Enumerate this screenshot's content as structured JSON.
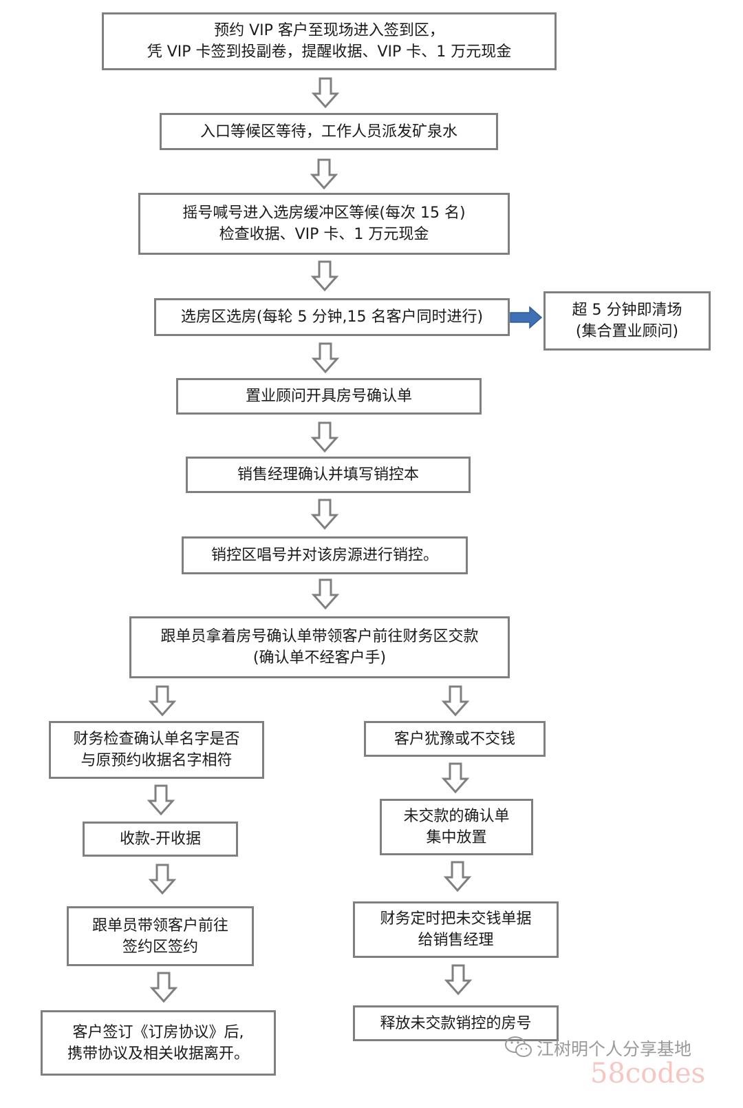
{
  "diagram": {
    "steps": {
      "checkin": {
        "line1": "预约 VIP 客户至现场进入签到区，",
        "line2": "凭 VIP 卡签到投副卷，提醒收据、VIP 卡、1 万元现金"
      },
      "entrance_wait": {
        "line1": "入口等候区等待，工作人员派发矿泉水"
      },
      "lottery": {
        "line1": "摇号喊号进入选房缓冲区等候(每次 15 名)",
        "line2": "检查收据、VIP 卡、1 万元现金"
      },
      "selection": {
        "line1": "选房区选房(每轮 5 分钟,15 名客户同时进行)"
      },
      "timeout": {
        "line1": "超 5 分钟即清场",
        "line2": "(集合置业顾问)"
      },
      "confirm_form": {
        "line1": "置业顾问开具房号确认单"
      },
      "manager": {
        "line1": "销售经理确认并填写销控本"
      },
      "sales_control": {
        "line1": "销控区唱号并对该房源进行销控。"
      },
      "escort_payment": {
        "line1": "跟单员拿着房号确认单带领客户前往财务区交款",
        "line2": "(确认单不经客户手)"
      }
    },
    "left_branch": {
      "check_name": {
        "line1": "财务检查确认单名字是否",
        "line2": "与原预约收据名字相符"
      },
      "collect": {
        "line1": "收款-开收据"
      },
      "to_sign": {
        "line1": "跟单员带领客户前往",
        "line2": "签约区签约"
      },
      "sign_leave": {
        "line1": "客户签订《订房协议》后,",
        "line2": "携带协议及相关收据离开。"
      }
    },
    "right_branch": {
      "hesitate": {
        "line1": "客户犹豫或不交钱"
      },
      "collect_unpaid": {
        "line1": "未交款的确认单",
        "line2": "集中放置"
      },
      "to_manager": {
        "line1": "财务定时把未交钱单据",
        "line2": "给销售经理"
      },
      "release": {
        "line1": "释放未交款销控的房号"
      }
    }
  },
  "watermark": {
    "account": "江树明个人分享基地",
    "brand": "58codes"
  },
  "colors": {
    "border": "#7f7f7f",
    "arrow_outline": "#7f7f7f",
    "side_arrow": "#3f6fb5",
    "watermark_brand": "#f6c6c2"
  }
}
